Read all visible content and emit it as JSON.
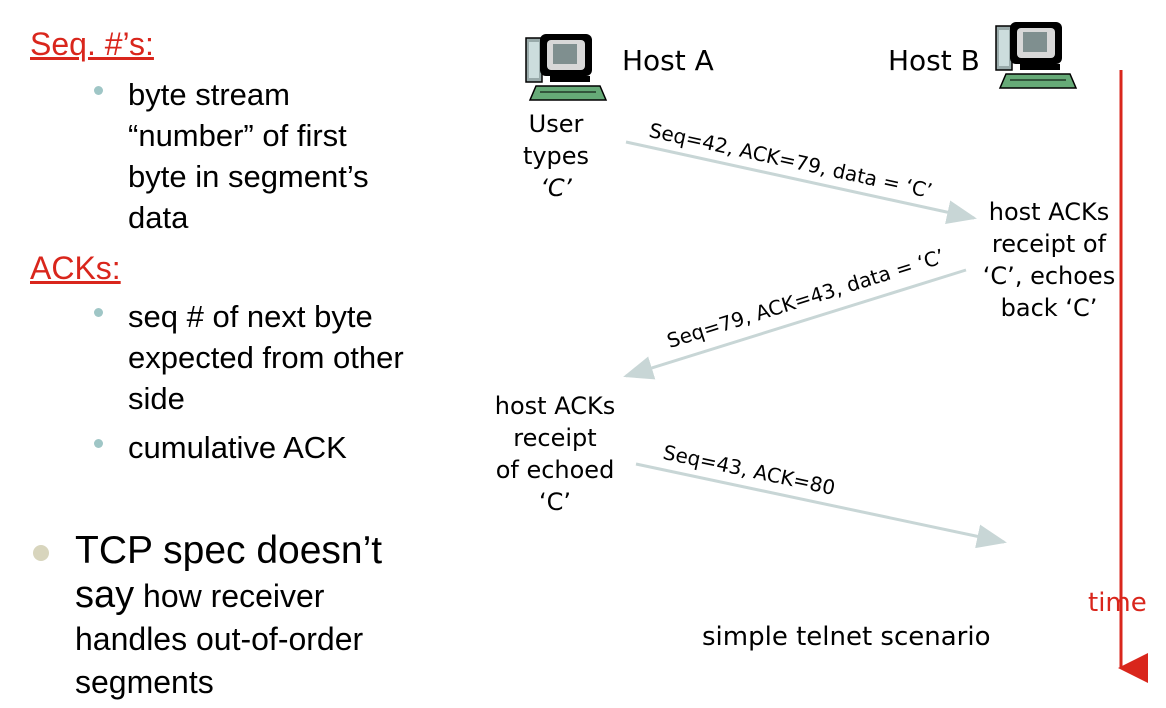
{
  "left": {
    "seq_heading": "Seq. #’s:",
    "seq_bullets": [
      "byte stream",
      "“number” of first",
      "byte in segment’s",
      "data"
    ],
    "acks_heading": "ACKs:",
    "ack_bullets": [
      [
        "seq # of next byte",
        "expected from other",
        "side"
      ],
      [
        "cumulative ACK"
      ]
    ],
    "tcp_note": {
      "line1": "TCP spec doesn’t",
      "say": "say",
      "rest1": " how receiver",
      "rest2": "handles out-of-order",
      "rest3": "segments"
    }
  },
  "diagram": {
    "host_a": "Host A",
    "host_b": "Host B",
    "host_icon": "desktop-computer-icon",
    "user_types": [
      "User",
      "types",
      "‘C’"
    ],
    "host_b_note": [
      "host ACKs",
      "receipt of",
      "‘C’, echoes",
      "back ‘C’"
    ],
    "host_a_note": [
      "host ACKs",
      "receipt",
      "of echoed",
      "‘C’"
    ],
    "messages": [
      "Seq=42, ACK=79, data = ‘C’",
      "Seq=79, ACK=43, data = ‘C’",
      "Seq=43, ACK=80"
    ],
    "time_label": "time",
    "caption": "simple telnet scenario",
    "colors": {
      "accent": "#d9261c",
      "arrow": "#c8d6d6"
    }
  }
}
